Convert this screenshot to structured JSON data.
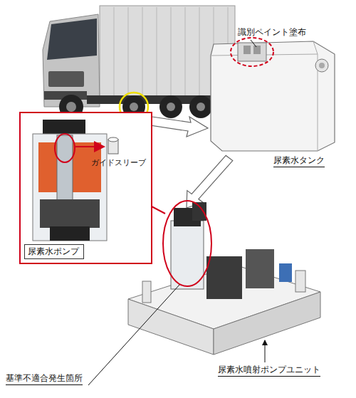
{
  "diagram": {
    "nodes": [
      {
        "text": [
          "尿素水ポンプ"
        ]
      }
    ],
    "labels": [
      "識別ペイント塗布",
      "尿素水タンク",
      "ガイドスリーブ",
      "尿素水噴射ポンプユニット",
      "基準不適合発生箇所"
    ]
  }
}
